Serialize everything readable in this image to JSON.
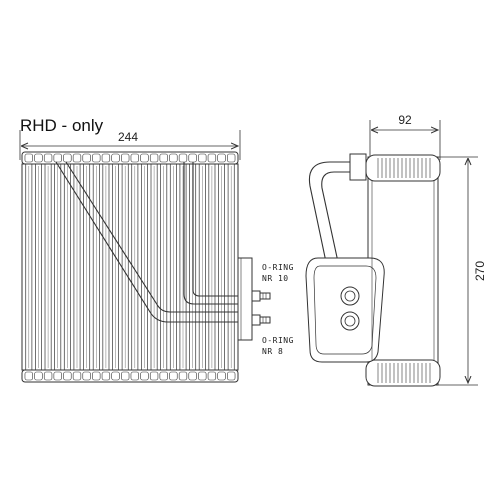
{
  "title": "RHD - only",
  "dimensions": {
    "width": "244",
    "depth": "92",
    "height": "270"
  },
  "connections": {
    "upper": {
      "line1": "O-RING",
      "line2": "NR 10"
    },
    "lower": {
      "line1": "O-RING",
      "line2": "NR 8"
    }
  },
  "colors": {
    "line": "#333333",
    "fill": "#ffffff"
  }
}
